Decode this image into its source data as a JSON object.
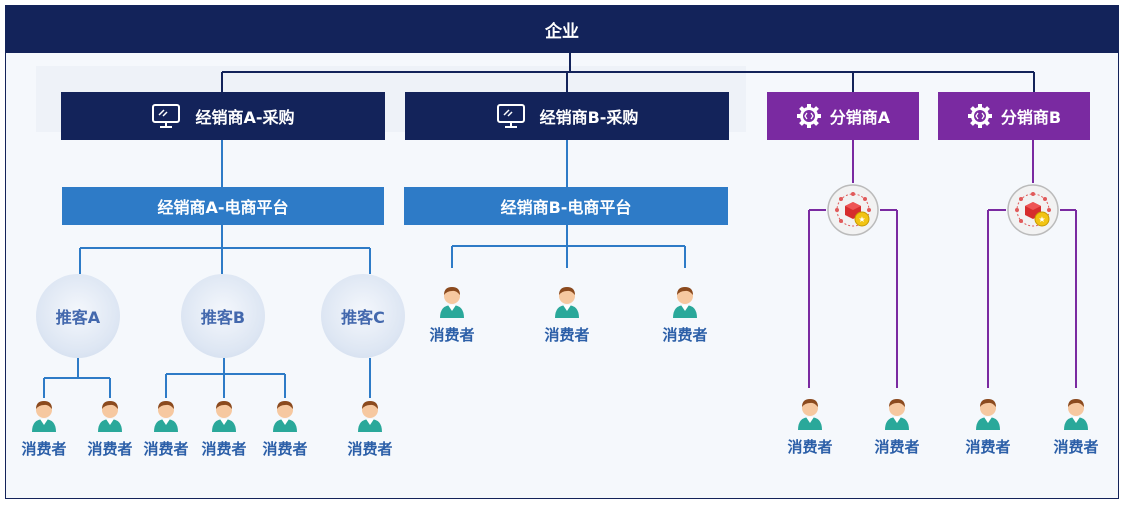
{
  "header": {
    "title": "企业"
  },
  "dealers": [
    {
      "label": "经销商A-采购",
      "icon": "monitor-icon"
    },
    {
      "label": "经销商B-采购",
      "icon": "monitor-icon"
    }
  ],
  "platforms": [
    {
      "label": "经销商A-电商平台"
    },
    {
      "label": "经销商B-电商平台"
    }
  ],
  "distributors": [
    {
      "label": "分销商A",
      "icon": "gear-code-icon"
    },
    {
      "label": "分销商B",
      "icon": "gear-code-icon"
    }
  ],
  "promoters": [
    {
      "label": "推客A"
    },
    {
      "label": "推客B"
    },
    {
      "label": "推客C"
    }
  ],
  "consumer_label": "消费者",
  "colors": {
    "navy": "#13235a",
    "platform_blue": "#2e7bc7",
    "purple": "#7a2aa1",
    "label_blue": "#2c5fa8",
    "promoter_text": "#4368ad"
  }
}
